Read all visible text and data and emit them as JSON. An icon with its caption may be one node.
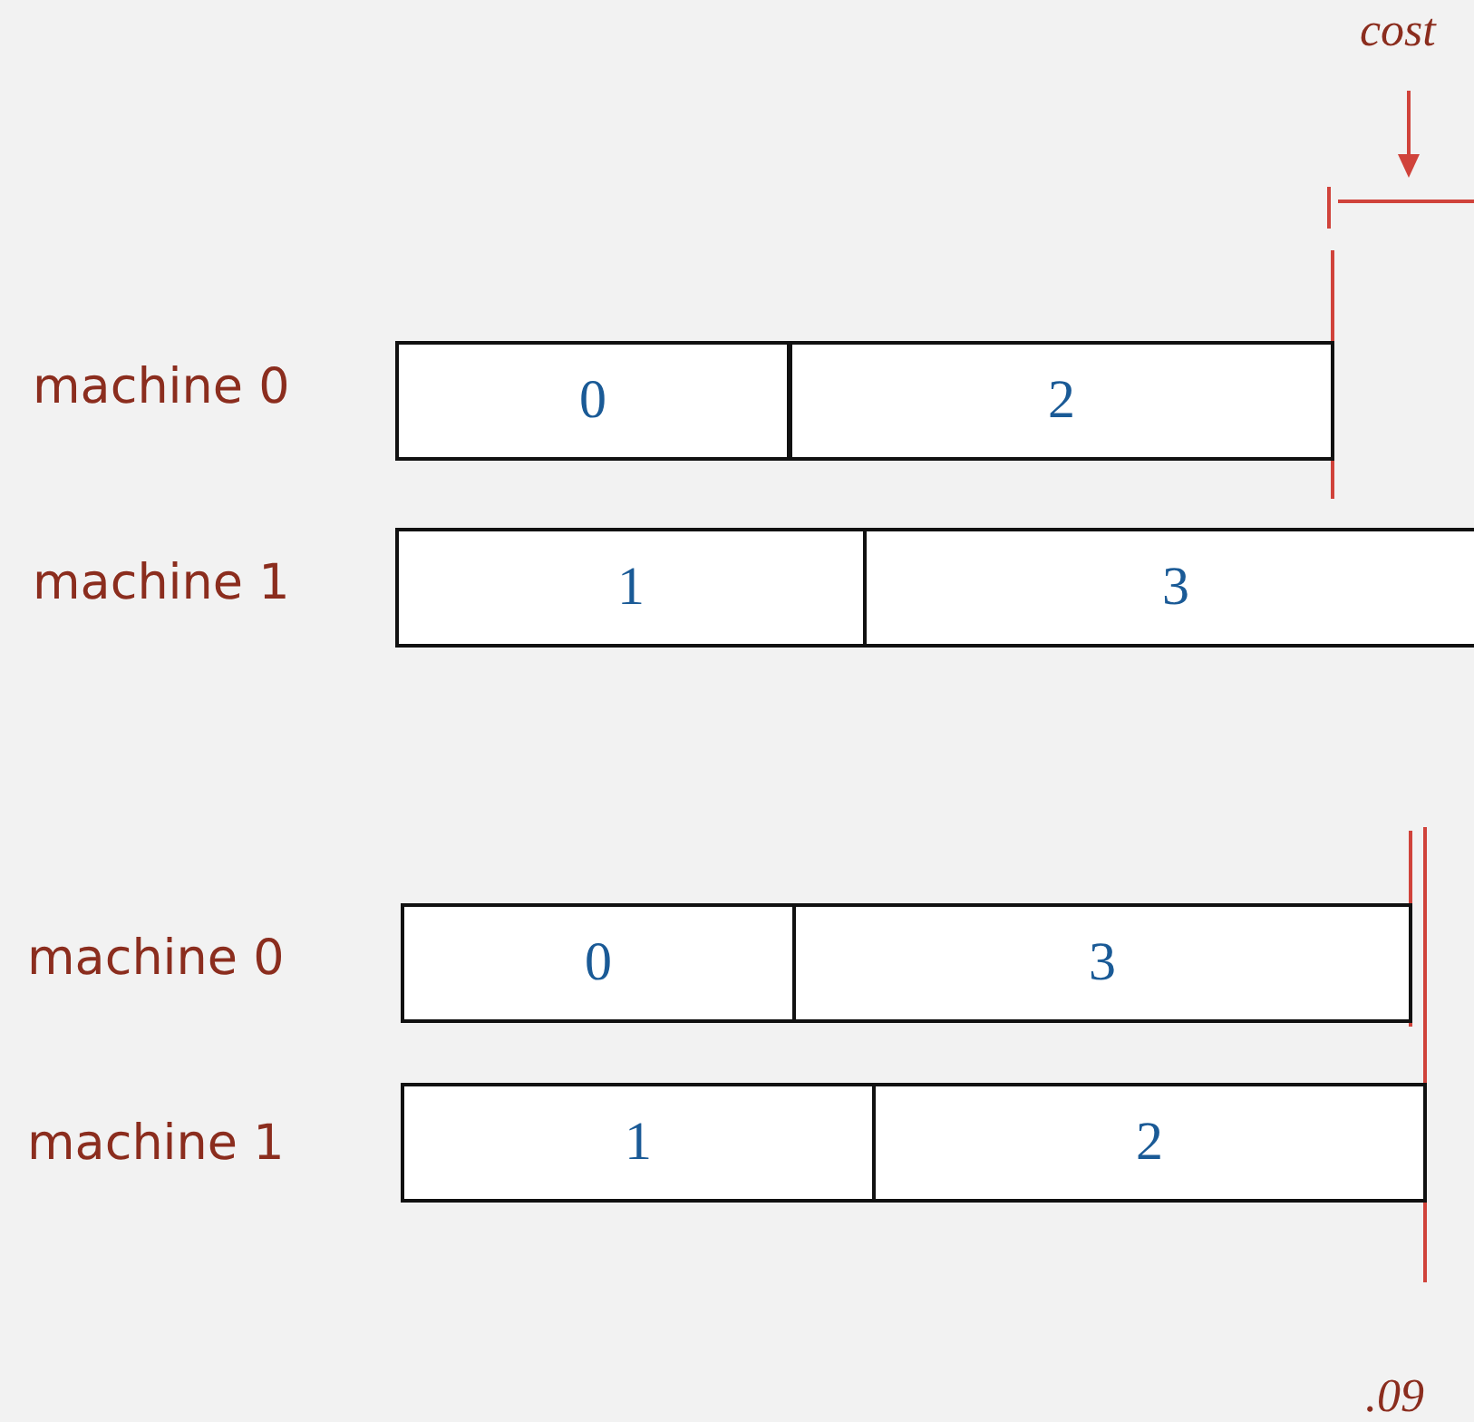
{
  "diagram": {
    "nodes": [
      {
        "text": [
          "0"
        ]
      },
      {
        "text": [
          "2"
        ]
      },
      {
        "text": [
          "1"
        ]
      },
      {
        "text": [
          "3"
        ]
      },
      {
        "text": [
          "0"
        ]
      },
      {
        "text": [
          "3"
        ]
      },
      {
        "text": [
          "1"
        ]
      },
      {
        "text": [
          "2"
        ]
      }
    ],
    "labels": [
      "cost",
      "machine 0",
      "machine 1",
      "machine 0",
      "machine 1",
      ".09"
    ]
  }
}
